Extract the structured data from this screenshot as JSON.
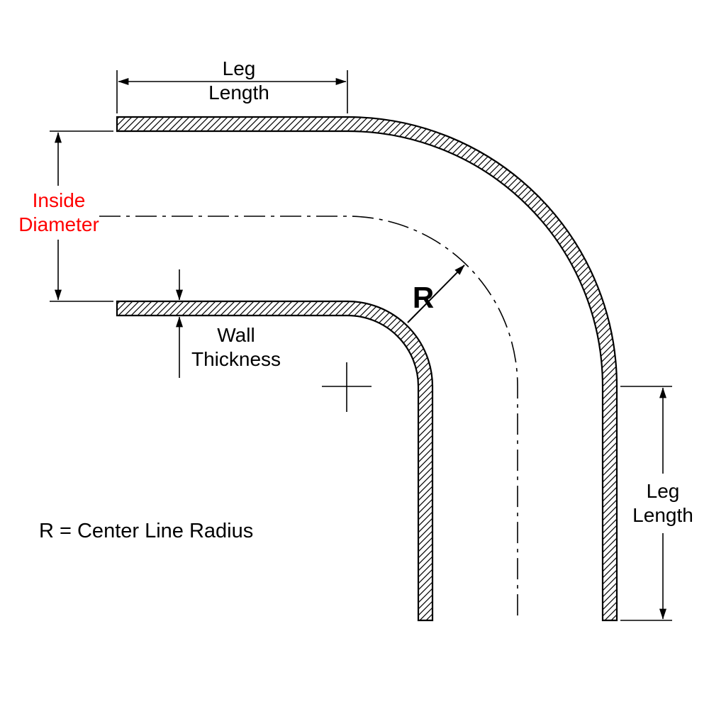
{
  "diagram": {
    "type": "90-degree-elbow-dimension-drawing",
    "labels": {
      "leg_length_top": {
        "line1": "Leg",
        "line2": "Length"
      },
      "inside_diameter": {
        "line1": "Inside",
        "line2": "Diameter"
      },
      "wall_thickness": {
        "line1": "Wall",
        "line2": "Thickness"
      },
      "radius_symbol": "R",
      "leg_length_right": {
        "line1": "Leg",
        "line2": "Length"
      },
      "formula": "R = Center Line Radius"
    },
    "colors": {
      "line": "#000000",
      "inside_diameter_text": "#ff0000",
      "background": "#ffffff"
    }
  }
}
